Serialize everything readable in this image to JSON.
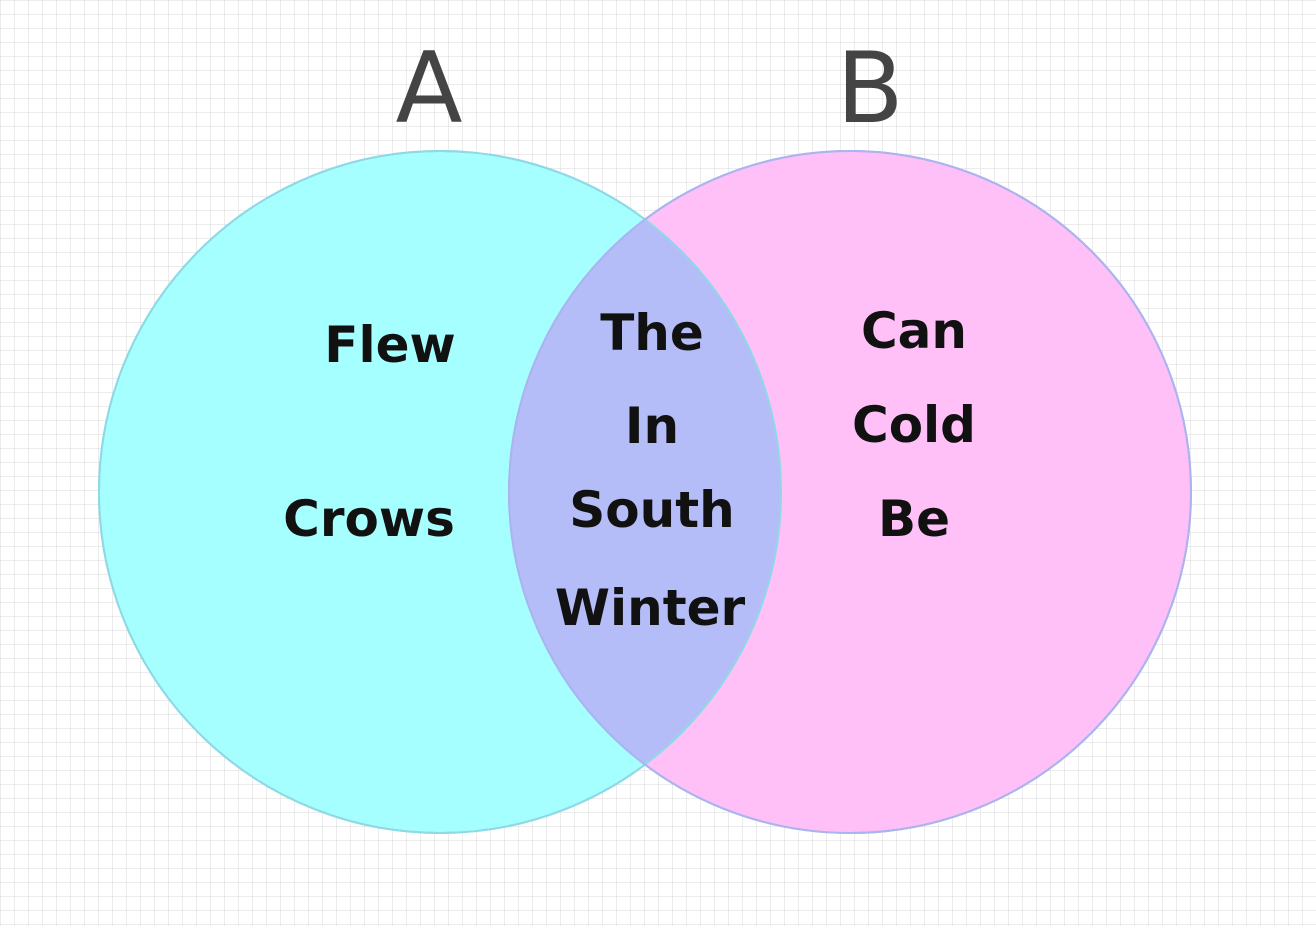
{
  "venn": {
    "set_a": {
      "label": "A",
      "color": "#a6ffff",
      "items": [
        "Flew",
        "Crows"
      ]
    },
    "set_b": {
      "label": "B",
      "color": "#ffc0f8",
      "items": [
        "Can",
        "Cold",
        "Be"
      ]
    },
    "intersection": {
      "color": "#b5bdf8",
      "items": [
        "The",
        "In",
        "South",
        "Winter"
      ]
    },
    "outline_color": "#aab4ee"
  }
}
